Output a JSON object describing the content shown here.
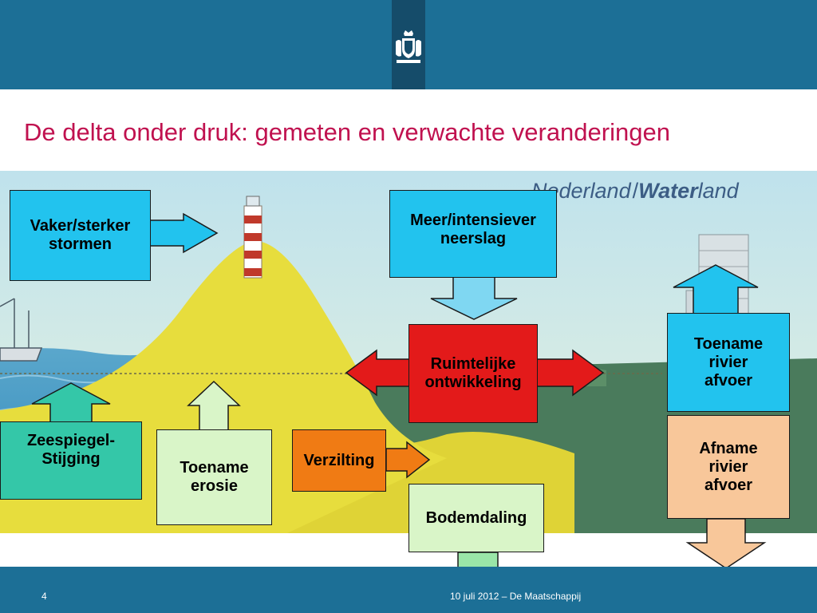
{
  "slide": {
    "title": "De delta onder druk: gemeten en verwachte veranderingen",
    "page_number": "4",
    "footer_text": "10 juli 2012 – De Maatschappij"
  },
  "background": {
    "banner": {
      "part1": "Nederland",
      "part2": "Water",
      "part3": "land"
    }
  },
  "colors": {
    "header": "#1c6f96",
    "title": "#c0114f",
    "cyan_box": "#22c3ee",
    "red_box": "#e31a1a",
    "orange_box": "#f07b14",
    "light_green_box": "#d9f5c8",
    "peach_box": "#f8c79a",
    "sea_green_box": "#34c7a8"
  },
  "diagram": {
    "nodes": {
      "storms": {
        "line1": "Vaker/sterker",
        "line2": "stormen"
      },
      "rainfall": {
        "line1": "Meer/intensiever",
        "line2": "neerslag"
      },
      "spatial": {
        "line1": "Ruimtelijke",
        "line2": "ontwikkeling"
      },
      "river_increase": {
        "line1": "Toename",
        "line2": "rivier",
        "line3": "afvoer"
      },
      "sea_level": {
        "line1": "Zeespiegel-",
        "line2": "Stijging"
      },
      "erosion": {
        "line1": "Toename",
        "line2": "erosie"
      },
      "salinization": {
        "line1": "Verzilting"
      },
      "subsidence": {
        "line1": "Bodemdaling"
      },
      "river_decrease": {
        "line1": "Afname",
        "line2": "rivier",
        "line3": "afvoer"
      }
    }
  }
}
